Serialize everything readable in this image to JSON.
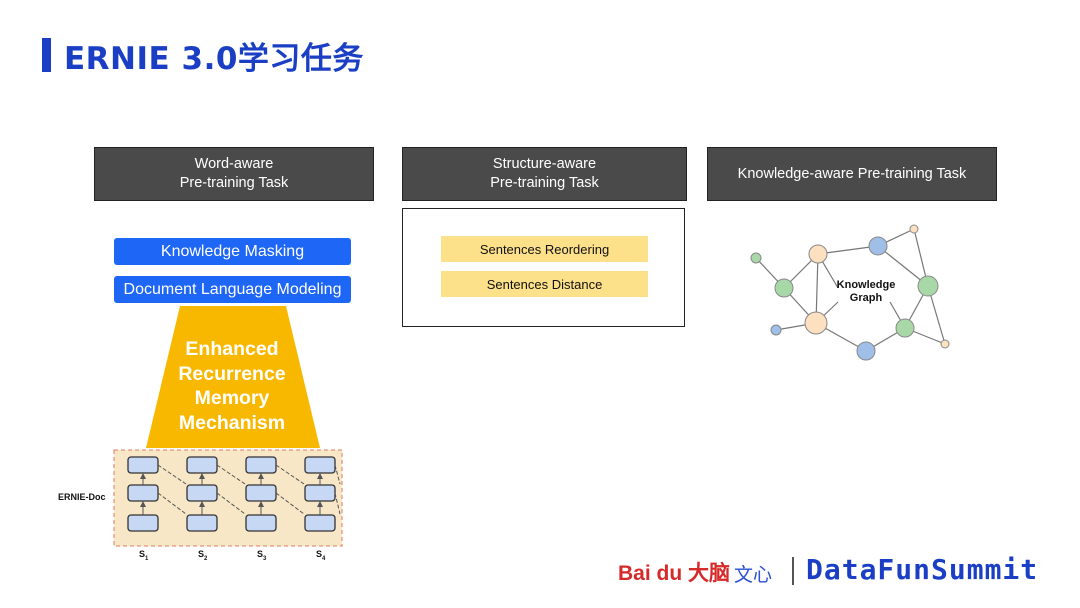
{
  "title": "ERNIE 3.0学习任务",
  "columns": {
    "word": {
      "header_line1": "Word-aware",
      "header_line2": "Pre-training Task"
    },
    "structure": {
      "header_line1": "Structure-aware",
      "header_line2": "Pre-training Task"
    },
    "knowledge": {
      "header": "Knowledge-aware Pre-training Task"
    }
  },
  "word_tasks": [
    "Knowledge Masking",
    "Document Language Modeling"
  ],
  "mechanism": [
    "Enhanced",
    "Recurrence",
    "Memory",
    "Mechanism"
  ],
  "ernie_doc": {
    "label": "ERNIE-Doc",
    "segments": [
      "S",
      "S",
      "S",
      "S"
    ],
    "segment_subscripts": [
      "1",
      "2",
      "3",
      "4"
    ]
  },
  "structure_tasks": [
    "Sentences Reordering",
    "Sentences Distance"
  ],
  "knowledge_graph": {
    "label_line1": "Knowledge",
    "label_line2": "Graph"
  },
  "footer": {
    "baidu_logo": "Bai du 大脑",
    "wenxin": "文心",
    "summit": "DataFunSummit"
  },
  "colors": {
    "accent": "#1a3fc4",
    "header_bg": "#4a4a4a",
    "task_blue": "#1e66f5",
    "task_yellow": "#fde08a",
    "mechanism_orange": "#f8b800",
    "doc_bg": "#f7e7c7"
  }
}
